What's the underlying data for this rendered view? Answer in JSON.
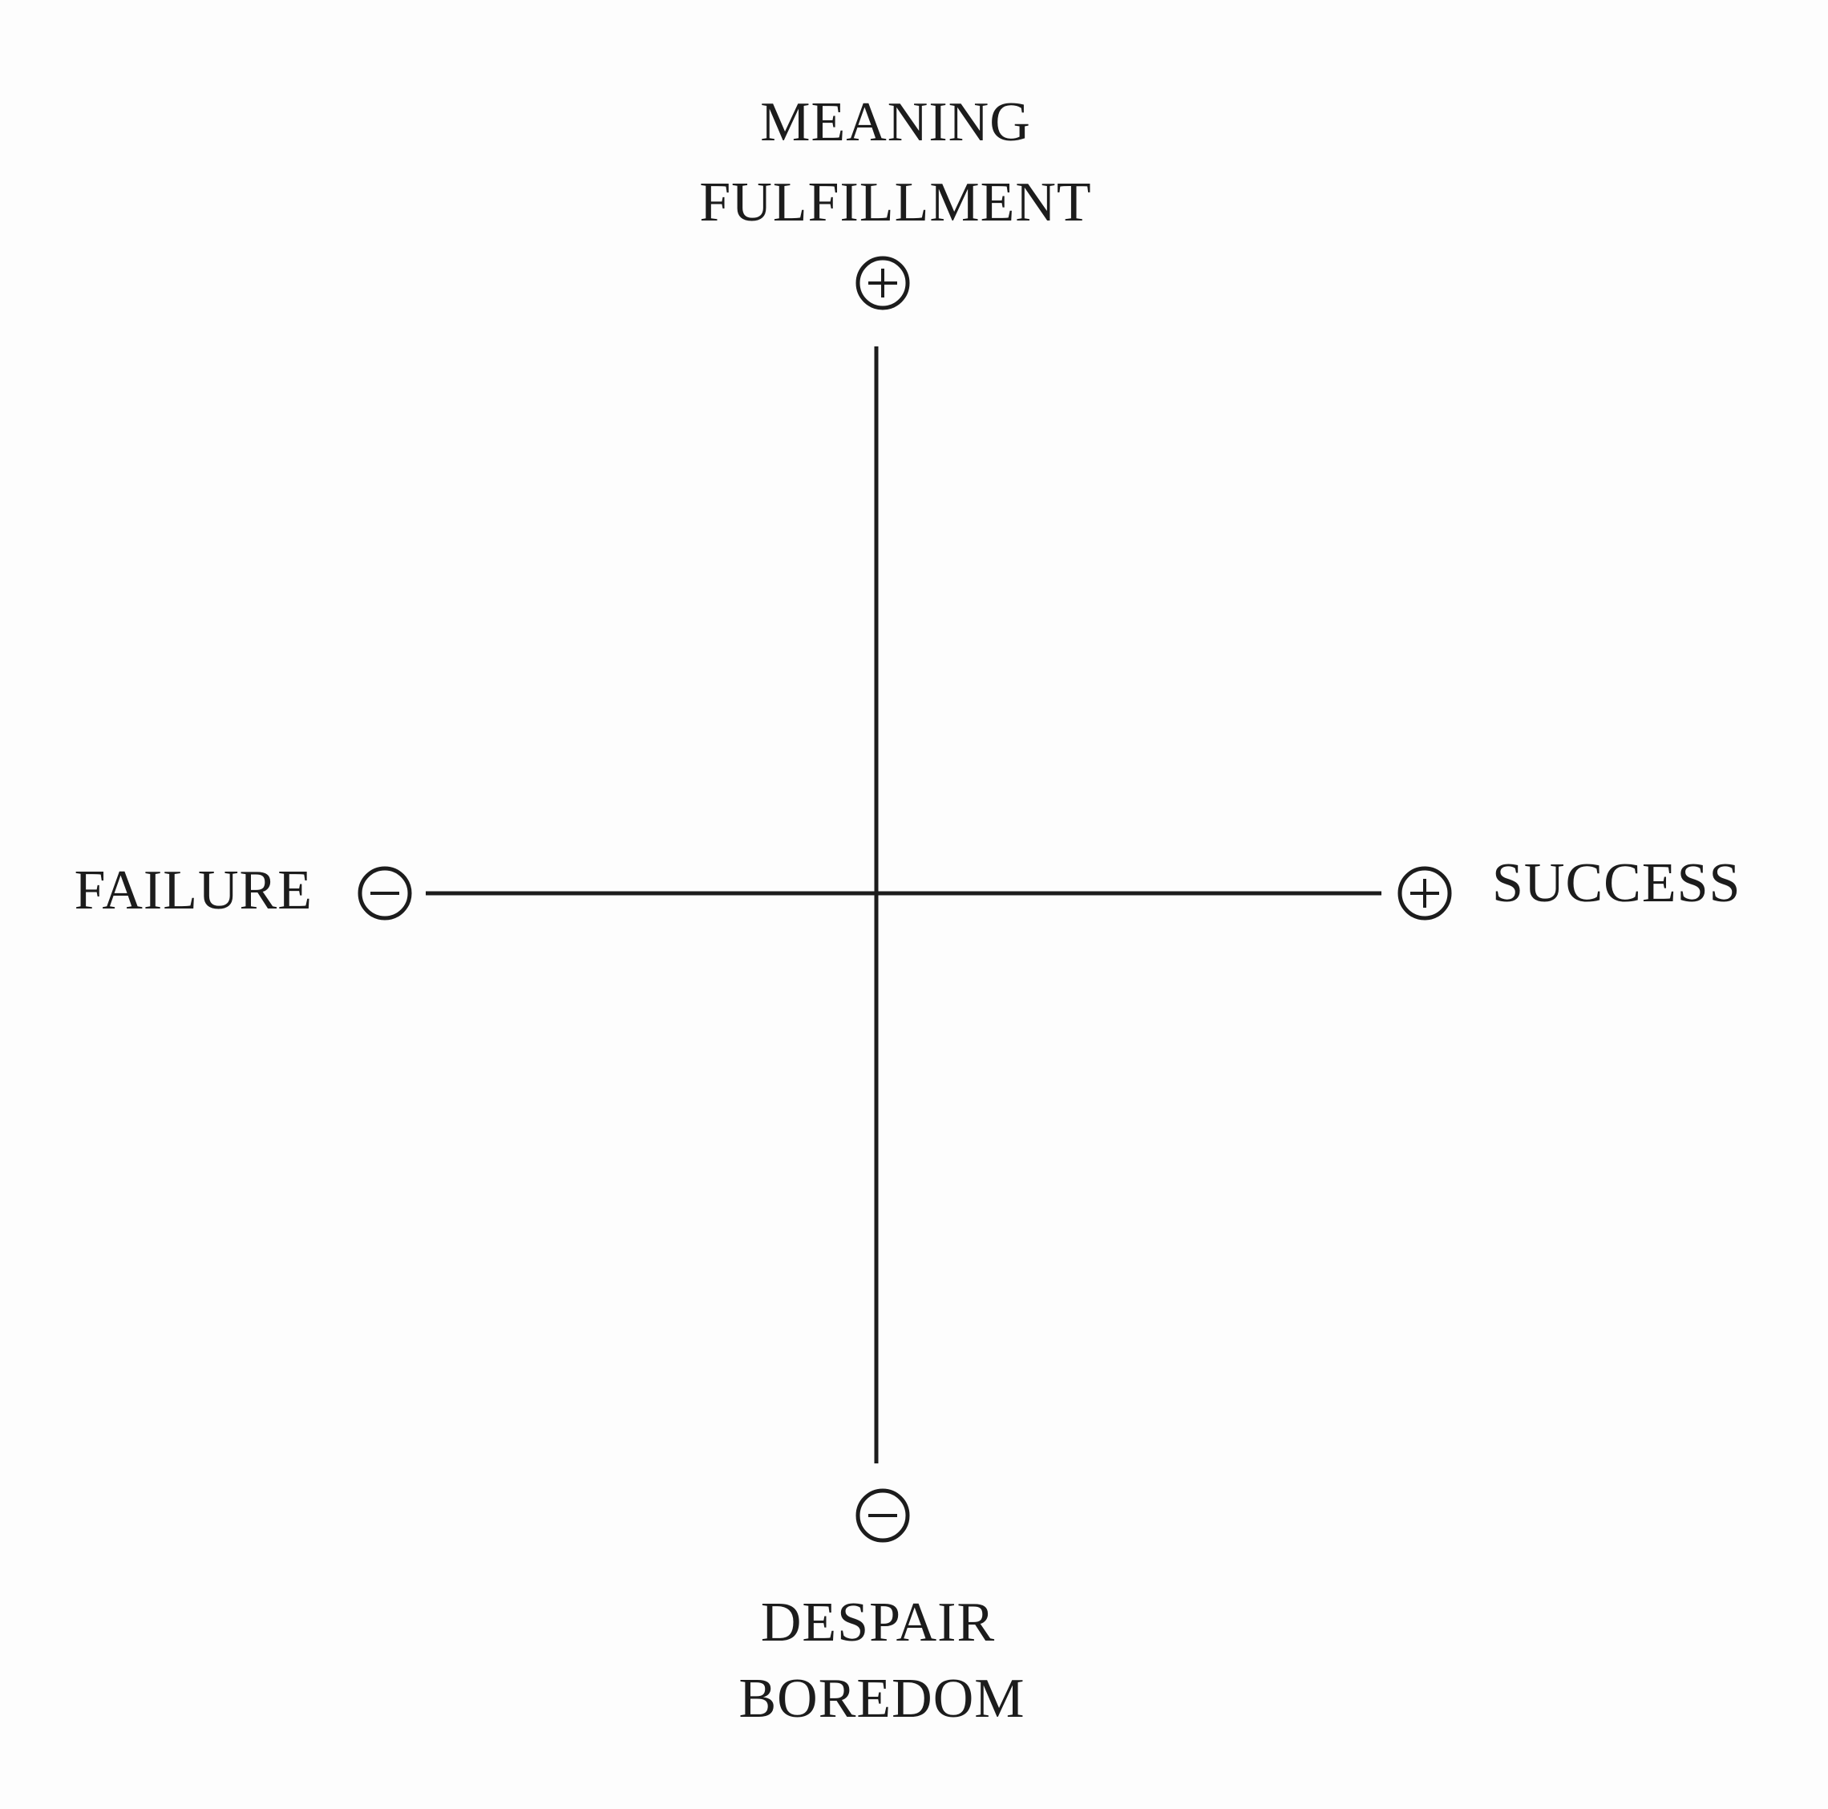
{
  "diagram": {
    "top_labels": [
      "MEANING",
      "FULFILLMENT"
    ],
    "bottom_labels": [
      "DESPAIR",
      "BOREDOM"
    ],
    "left_label": "FAILURE",
    "right_label": "SUCCESS",
    "top_pole": "plus-icon",
    "bottom_pole": "minus-icon",
    "left_pole": "minus-icon",
    "right_pole": "plus-icon",
    "ink_color": "#1c1c1c",
    "background_color": "#fdfdfd"
  }
}
